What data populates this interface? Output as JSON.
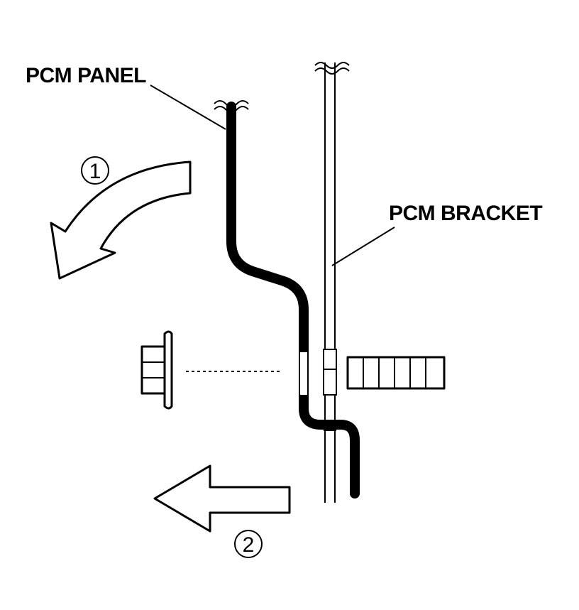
{
  "labels": {
    "pcm_panel": "PCM PANEL",
    "pcm_bracket": "PCM BRACKET"
  },
  "steps": [
    {
      "number": "1"
    },
    {
      "number": "2"
    }
  ]
}
